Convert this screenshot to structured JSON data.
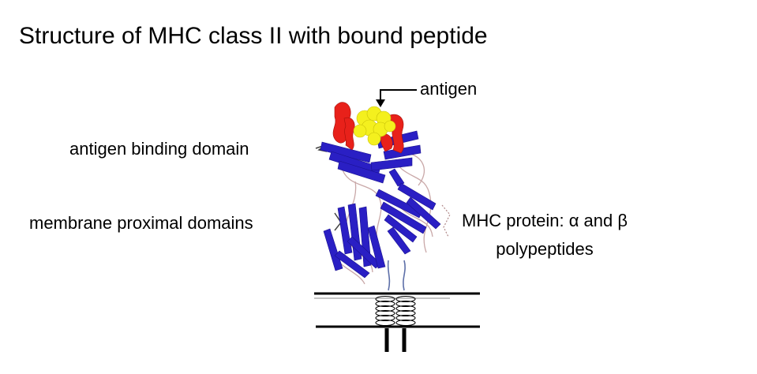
{
  "slide": {
    "title": "Structure of MHC class II with bound peptide"
  },
  "labels": {
    "antigen": "antigen",
    "antigen_binding_domain": "antigen binding domain",
    "membrane_proximal_domains": "membrane proximal domains",
    "mhc_protein_line1": "MHC protein: α and β",
    "mhc_protein_line2": "polypeptides"
  },
  "colors": {
    "beta_strands": "#2a1fc4",
    "alpha_helices": "#e8211a",
    "antigen_peptide": "#f4f01e",
    "coil": "#c9a8a8",
    "membrane_lines": "#000000"
  }
}
